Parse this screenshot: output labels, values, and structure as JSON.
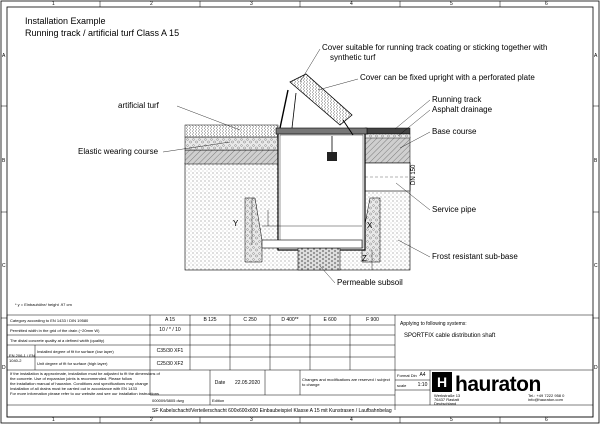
{
  "title": {
    "line1": "Installation Example",
    "line2": "Running track / artificial turf Class A 15"
  },
  "frame": {
    "top_numbers": [
      "1",
      "2",
      "3",
      "4",
      "5",
      "6"
    ],
    "left_letters": [
      "A",
      "B",
      "C",
      "D"
    ],
    "right_letters": [
      "A",
      "B",
      "C",
      "D"
    ]
  },
  "labels": {
    "cover_suitable": "Cover suitable for running track coating or sticking together with",
    "cover_suitable2": "synthetic turf",
    "cover_fixed": "Cover can be fixed upright with a perforated plate",
    "artificial_turf": "artificial turf",
    "running_track": "Running track",
    "asphalt_drainage": "Asphalt drainage",
    "base_course": "Base course",
    "elastic_wearing": "Elastic wearing course",
    "dn": "DN 150",
    "service_pipe": "Service pipe",
    "frost": "Frost resistant sub-base",
    "permeable": "Permeable subsoil",
    "dim_x": "X",
    "dim_y": "Y",
    "dim_z": "Z"
  },
  "footnote": "* y = Einbauhöhe/ height .97 cm",
  "table": {
    "header_left": "Category according to EN 1433 / DIN 19580",
    "classes": [
      "A 15",
      "B 125",
      "C 250",
      "D 400**",
      "E 600",
      "F 900"
    ],
    "rows": [
      {
        "label": "Permitted width in the grid of the drain (~20mm W)",
        "value": "10 / * / 10"
      },
      {
        "label": "The distal concrete quality at a defined width (quality)",
        "value": ""
      },
      {
        "label": "Installed degree of fit for surface (low layer)",
        "prefix": "EN 206-1 / EN 1040-2",
        "value": "C35/30 XF1"
      },
      {
        "label": "Unit degree of fit for surface (high layer)",
        "prefix": "",
        "value": "C25/30 XF2"
      }
    ],
    "notes": [
      "If the installation is approximate, installation must be adjusted to fit the dimensions of",
      "the concrete. Use of expansion joints is recommended. Please follow",
      "the installation manual of hauraton. Conditions and specifications may change",
      "Installation of all drains must be carried out in accordance with EN 1433",
      "For more information please refer to our website and see our installation instructions"
    ],
    "date_label": "Date",
    "date_value": "22.05.2020",
    "drawing_no": "000009/5805 dwg",
    "scale_note": "Edition",
    "remark": "Changes and modifications are reserved / subject to change",
    "format_label": "Format Din",
    "format_value": "A4",
    "scale_label": "scale",
    "scale_value": "1:10",
    "applies_label": "Applying to following systems:",
    "system_name": "SPORTFIX cable distribution shaft",
    "bottom_line": "SF Kabelschacht/Verteilerschacht 600x600x600 Einbaubeispiel Klasse A 15 mit Kunstrasen / Laufbahnbelag",
    "brand": "hauraton",
    "address1": "Werkstraße 13",
    "address2": "76437 Rastatt",
    "address3": "Deutschland",
    "phone": "Tel.: +49 7222 958 0",
    "email": "info@hauraton.com"
  }
}
